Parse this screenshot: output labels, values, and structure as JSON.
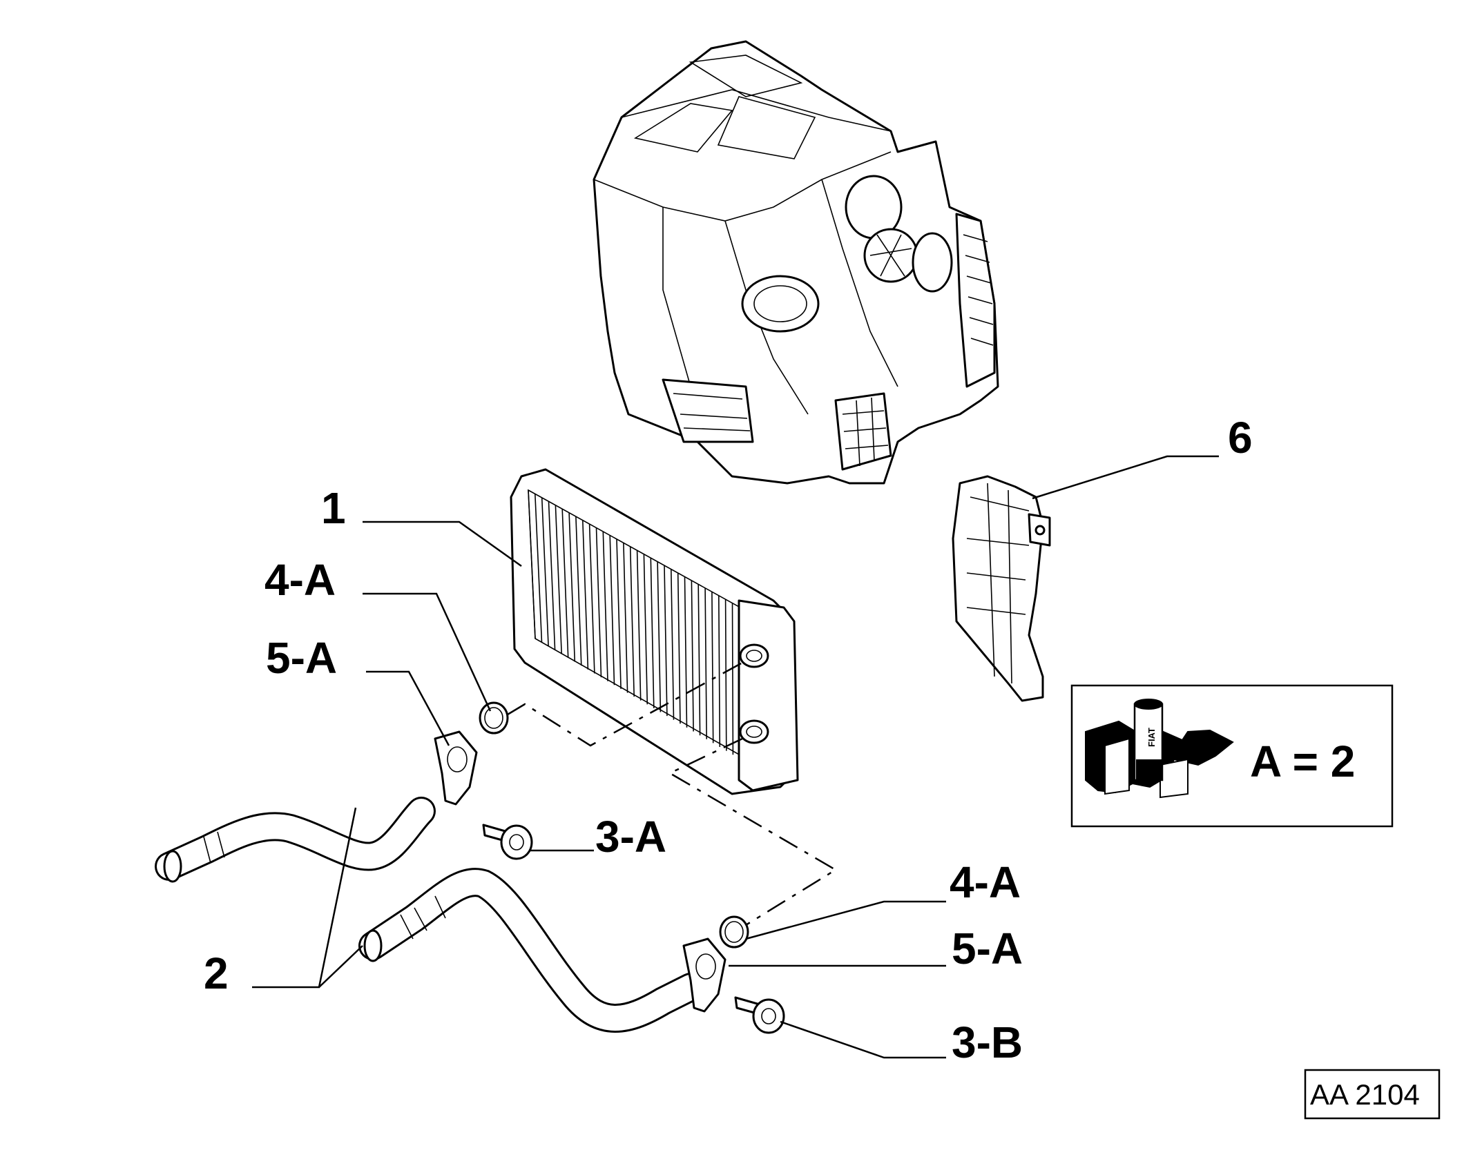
{
  "callouts": {
    "p1": "1",
    "p2": "2",
    "p3a": "3-A",
    "p3b": "3-B",
    "p4a_top": "4-A",
    "p4a_bottom": "4-A",
    "p5a_top": "5-A",
    "p5a_bottom": "5-A",
    "p6": "6"
  },
  "legend": {
    "equation": "A = 2",
    "logo_text": "FIAT",
    "icon": "fiat-lubricant-icon"
  },
  "drawing_ref": "AA 2104",
  "colors": {
    "ink": "#000000",
    "paper": "#ffffff"
  }
}
